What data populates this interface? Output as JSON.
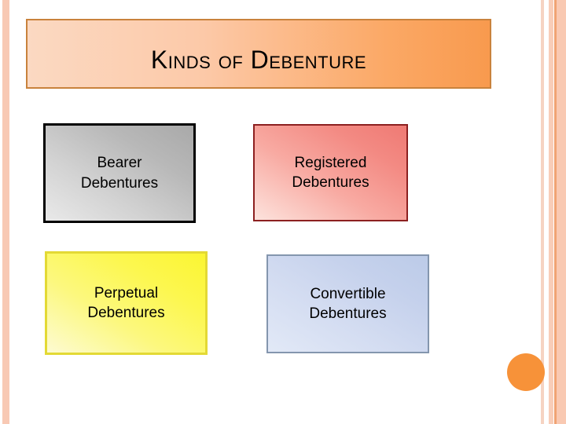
{
  "slide": {
    "title": "Kinds of Debenture",
    "background_color": "#ffffff"
  },
  "decor": {
    "accent_color": "#f79239",
    "stripe_color": "#f8c9b4",
    "circle_name": "orange-circle"
  },
  "boxes": [
    {
      "id": "bearer",
      "label": "Bearer\nDebentures",
      "fill_color": "#c4c4c4",
      "border_color": "#000000"
    },
    {
      "id": "registered",
      "label": "Registered\nDebentures",
      "fill_color": "#f38a83",
      "border_color": "#8c2020"
    },
    {
      "id": "perpetual",
      "label": "Perpetual\nDebentures",
      "fill_color": "#fcf74f",
      "border_color": "#e3d935"
    },
    {
      "id": "convertible",
      "label": "Convertible\nDebentures",
      "fill_color": "#c5d1ec",
      "border_color": "#8496ae"
    }
  ]
}
